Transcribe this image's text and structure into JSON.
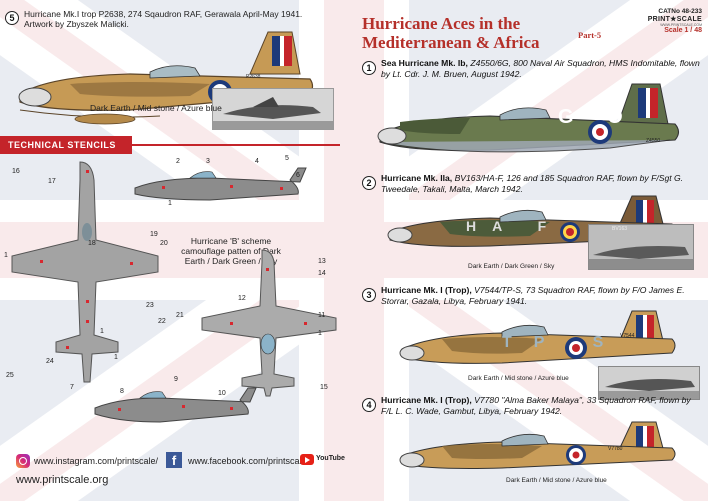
{
  "colors": {
    "accent_red": "#c4242a",
    "title_red": "#b5302a",
    "flag_blue": "#1d3a7a"
  },
  "profile5": {
    "number": "5",
    "caption": "Hurricane Mk.I trop P2638, 274 Sqaudron RAF, Gerawala April-May 1941.",
    "artwork": "Artwork by Zbyszek Malicki.",
    "serial": "P2638",
    "colors_label": "Dark Earth / Mid stone / Azure blue"
  },
  "stencils": {
    "banner": "Technical stencils",
    "camouflage_note": "Hurricane 'B' scheme camouflage patten of Dark Earth / Dark Green / Sky",
    "numbers_left": [
      "16",
      "17",
      "18",
      "1",
      "1",
      "1",
      "24",
      "25",
      "19",
      "20",
      "23",
      "22",
      "21",
      "7"
    ],
    "numbers_top": [
      "2",
      "3",
      "4",
      "5",
      "6",
      "1"
    ],
    "numbers_right": [
      "13",
      "14",
      "12",
      "11",
      "1",
      "15"
    ],
    "numbers_bottom": [
      "9",
      "8",
      "10"
    ]
  },
  "header": {
    "title_line1": "Hurricane Aces in the",
    "title_line2": "Mediterranean & Africa",
    "part": "Part-5",
    "cat_no": "CATNo 48-233",
    "brand": "PRINT★SCALE",
    "brand_sub": "WWW.PRINTSCALE.COM",
    "scale": "Scale 1 / 48"
  },
  "profiles": [
    {
      "number": "1",
      "name": "Sea Hurricane Mk. Ib,",
      "detail": "Z4550/6G, 800 Naval Air Squadron, HMS Indomitable, flown by Lt. Cdr. J. M. Bruen, August 1942.",
      "code": "G O",
      "serial": "Z4550",
      "colors_label": ""
    },
    {
      "number": "2",
      "name": "Hurricane Mk. IIa,",
      "detail": "BV163/HA-F, 126 and 185 Squadron RAF, flown by F/Sgt G. Tweedale, Takali, Malta, March 1942.",
      "code": "HA F",
      "serial": "BV163",
      "colors_label": "Dark Earth / Dark Green / Sky"
    },
    {
      "number": "3",
      "name": "Hurricane Mk. I (Trop),",
      "detail": "V7544/TP-S, 73 Squadron RAF, flown by F/O James E. Storrar, Gazala, Libya, February 1941.",
      "code": "TP S",
      "serial": "V7544",
      "colors_label": "Dark Earth / Mid stone / Azure blue"
    },
    {
      "number": "4",
      "name": "Hurricane Mk. I (Trop),",
      "detail": "V7780 \"Alma Baker Malaya\", 33 Squadron RAF, flown by F/L L. C. Wade, Gambut, Libya, February 1942.",
      "code": "",
      "serial": "V7780",
      "colors_label": "Dark Earth / Mid stone / Azure blue"
    }
  ],
  "footer": {
    "instagram": "www.instagram.com/printscale/",
    "facebook": "www.facebook.com/printscale/",
    "youtube": "YouTube",
    "website": "www.printscale.org"
  }
}
